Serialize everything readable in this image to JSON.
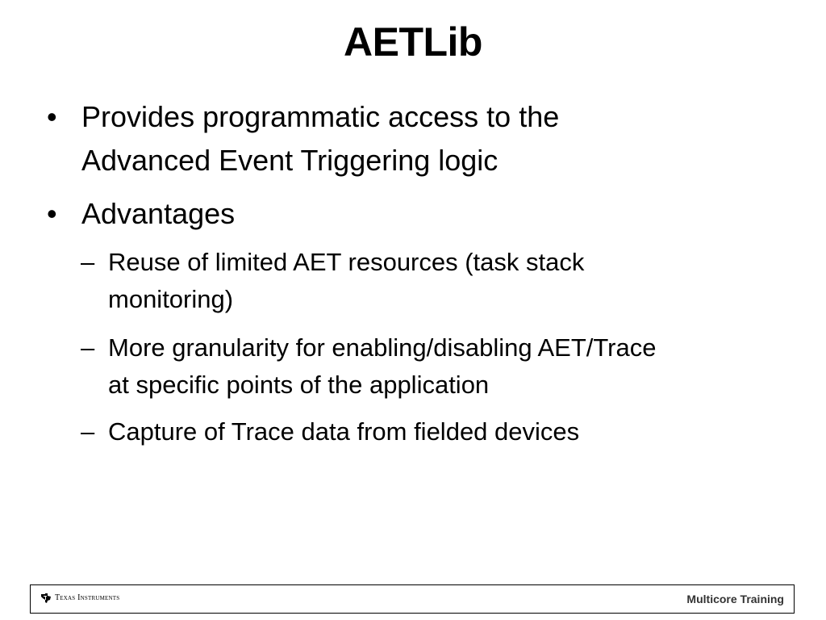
{
  "slide": {
    "title": "AETLib",
    "bullets": [
      {
        "marker": "•",
        "lines": [
          "Provides programmatic access to the",
          "Advanced Event Triggering logic"
        ]
      },
      {
        "marker": "•",
        "lines": [
          "Advantages"
        ]
      }
    ],
    "sub_bullets": [
      {
        "marker": "–",
        "lines": [
          "Reuse of limited AET resources (task stack",
          "monitoring)"
        ]
      },
      {
        "marker": "–",
        "lines": [
          "More granularity for enabling/disabling AET/Trace",
          "at specific points of the application"
        ]
      },
      {
        "marker": "–",
        "lines": [
          "Capture of Trace data from fielded devices"
        ]
      }
    ]
  },
  "footer": {
    "logo_text": "Texas Instruments",
    "logo_icon": "texas-instruments-logo-icon",
    "right_text": "Multicore Training"
  }
}
